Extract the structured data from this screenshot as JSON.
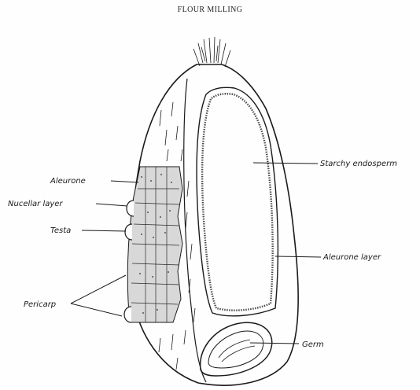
{
  "header": {
    "running_head": "FLOUR MILLING"
  },
  "figure": {
    "labels": {
      "aleurone": "Aleurone",
      "nucellar_layer": "Nucellar layer",
      "testa": "Testa",
      "pericarp": "Pericarp",
      "starchy_endosperm": "Starchy endosperm",
      "aleurone_layer": "Aleurone layer",
      "germ": "Germ"
    }
  },
  "colors": {
    "ink": "#1a1a1a",
    "paper": "#fefefe"
  }
}
